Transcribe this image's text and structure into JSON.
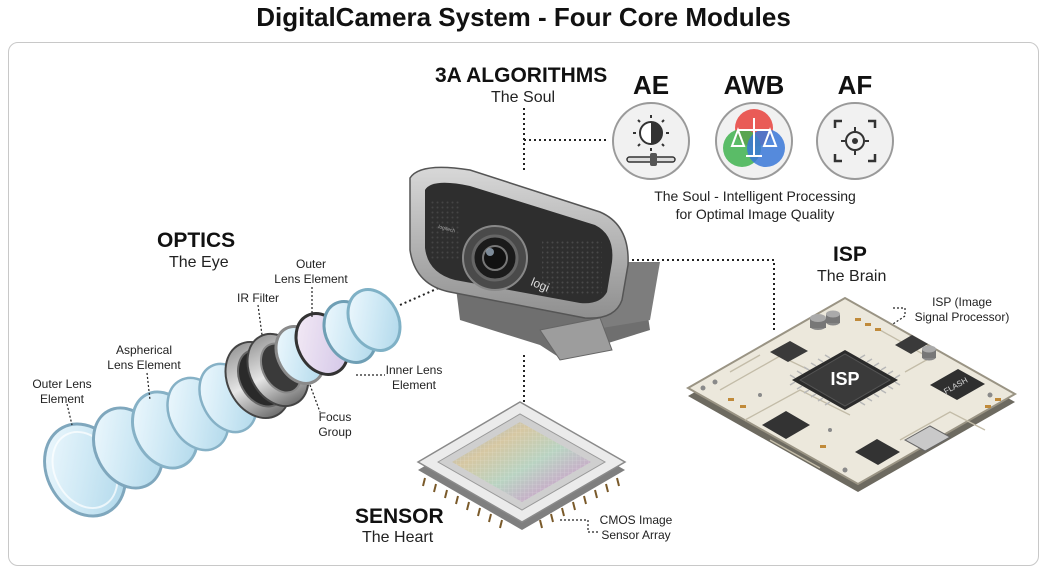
{
  "title": "DigitalCamera System - Four Core Modules",
  "algorithms": {
    "heading": "3A ALGORITHMS",
    "subheading": "The Soul",
    "items": [
      {
        "abbr": "AE",
        "icon": "exposure-icon"
      },
      {
        "abbr": "AWB",
        "icon": "white-balance-icon"
      },
      {
        "abbr": "AF",
        "icon": "autofocus-icon"
      }
    ],
    "caption_line1": "The Soul - Intelligent Processing",
    "caption_line2": "for Optimal Image Quality"
  },
  "optics": {
    "heading": "OPTICS",
    "subheading": "The Eye",
    "labels": {
      "outer_lens_left_1": "Outer Lens",
      "outer_lens_left_2": "Element",
      "aspherical_1": "Aspherical",
      "aspherical_2": "Lens Element",
      "ir_filter": "IR Filter",
      "outer_lens_top_1": "Outer",
      "outer_lens_top_2": "Lens Element",
      "inner_lens_1": "Inner Lens",
      "inner_lens_2": "Element",
      "focus_group_1": "Focus",
      "focus_group_2": "Group"
    }
  },
  "isp": {
    "heading": "ISP",
    "subheading": "The Brain",
    "label_1": "ISP (Image",
    "label_2": "Signal Processor)",
    "chip_text": "ISP",
    "flash_text": "FLASH"
  },
  "sensor": {
    "heading": "SENSOR",
    "subheading": "The Heart",
    "label_1": "CMOS Image",
    "label_2": "Sensor Array"
  },
  "webcam": {
    "brand": "logi",
    "brand_small": "logitech"
  },
  "colors": {
    "text": "#111111",
    "frame": "#c8c8c8",
    "leader": "#222222",
    "lens_tint": "#cfe9f5",
    "pcb": "#ece8dc"
  }
}
